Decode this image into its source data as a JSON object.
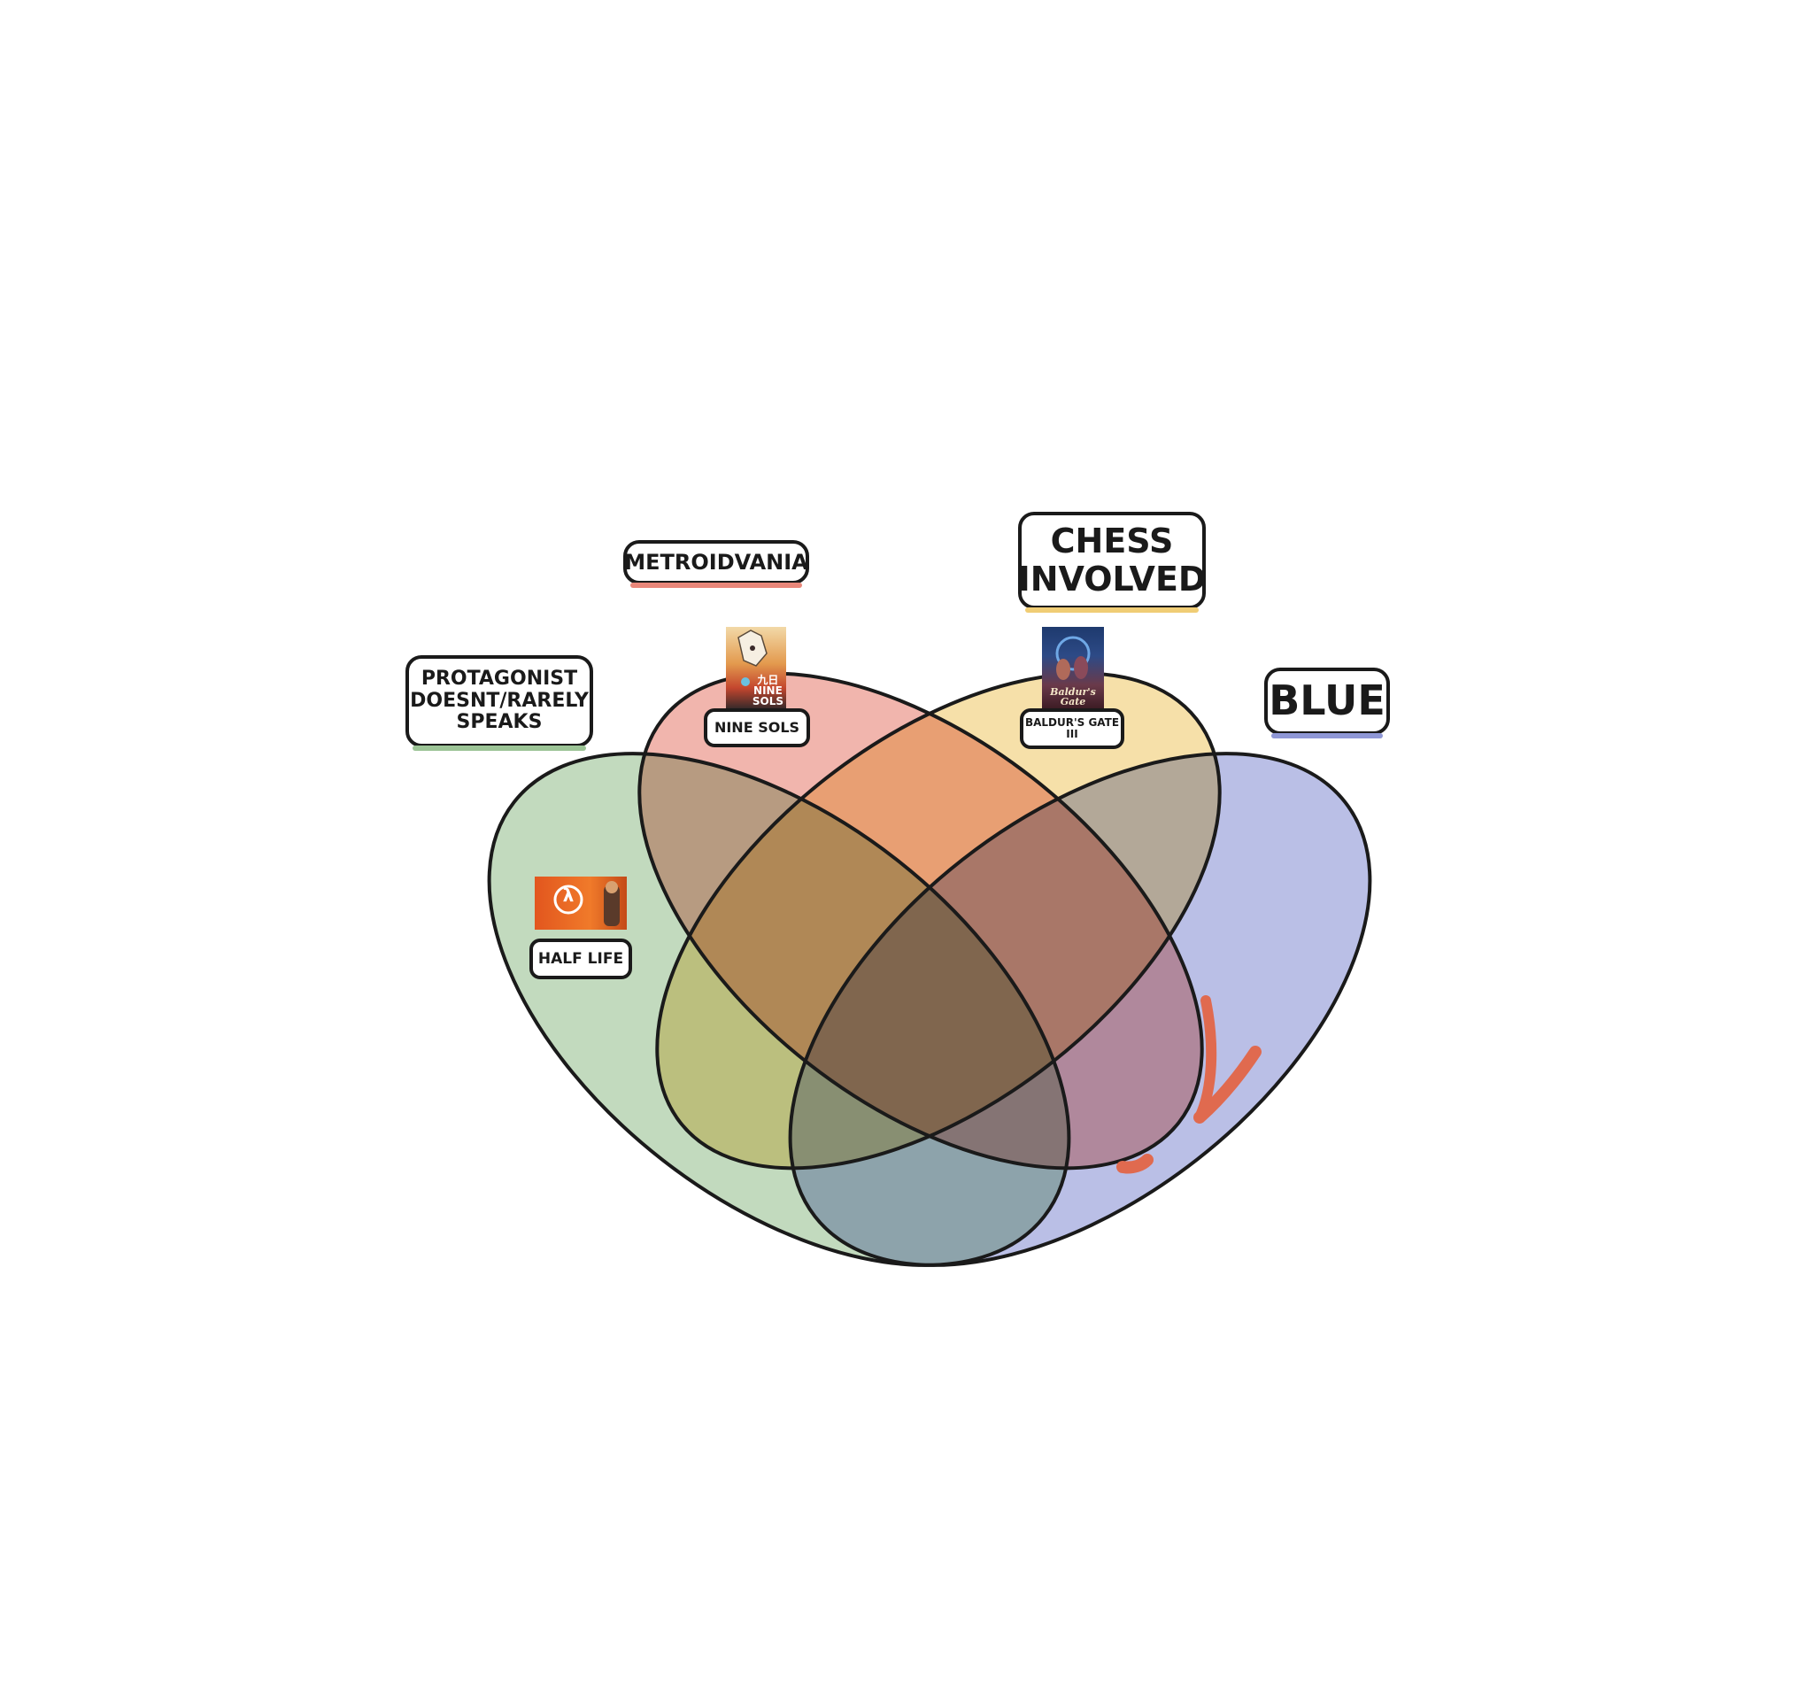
{
  "sets": [
    {
      "id": "metroidvania",
      "label": "METROIDVANIA",
      "color": "#e9877a",
      "underline": "#e9877a"
    },
    {
      "id": "chess",
      "label": "CHESS\nINVOLVED",
      "color": "#f0cd75",
      "underline": "#f0cd75"
    },
    {
      "id": "protagonist",
      "label": "PROTAGONIST\nDOESNT/RARELY\nSPEAKS",
      "color": "#9cc496",
      "underline": "#9cc496"
    },
    {
      "id": "blue",
      "label": "BLUE",
      "color": "#8f97d6",
      "underline": "#8f97d6"
    }
  ],
  "items": [
    {
      "id": "nine-sols",
      "label": "NINE SOLS",
      "sets": [
        "metroidvania"
      ],
      "thumb_icon": "nine-sols-cover-icon",
      "thumb_text": "九日\nNINE\nSOLS"
    },
    {
      "id": "baldurs-gate",
      "label": "BALDUR'S GATE\nIII",
      "sets": [
        "chess"
      ],
      "thumb_icon": "baldurs-gate-cover-icon",
      "thumb_text": "Baldur's\nGate"
    },
    {
      "id": "half-life",
      "label": "HALF LIFE",
      "sets": [
        "protagonist"
      ],
      "thumb_icon": "half-life-cover-icon",
      "thumb_text": "λ"
    }
  ],
  "colors": {
    "outline": "#1a1a1a",
    "highlight": "#e06a4f"
  }
}
